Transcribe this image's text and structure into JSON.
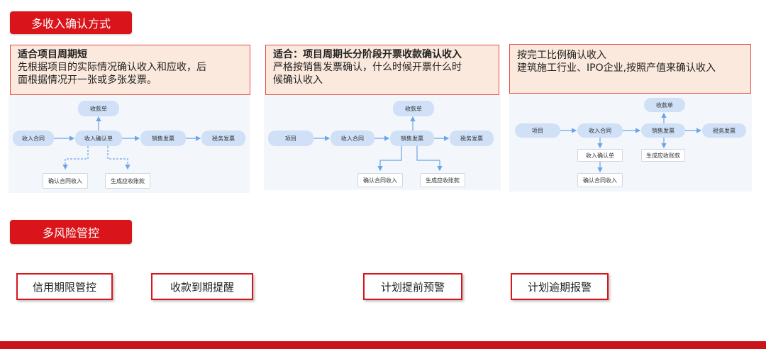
{
  "section_income": {
    "tag": "多收入确认方式"
  },
  "options": [
    {
      "title": "适合项目周期短",
      "lines": [
        "先根据项目的实际情况确认收入和应收，后",
        "面根据情况开一张或多张发票。"
      ],
      "flow": {
        "top": "收款单",
        "main": [
          "收入合同",
          "收入确认单",
          "销售发票",
          "税务发票"
        ],
        "bottom": [
          "确认合同收入",
          "生成应收账款"
        ]
      }
    },
    {
      "title": "适合：项目周期长分阶段开票收款确认收入",
      "lines": [
        "严格按销售发票确认，什么时候开票什么时",
        "候确认收入"
      ],
      "flow": {
        "top": "收款单",
        "main": [
          "项目",
          "收入合同",
          "销售发票",
          "税务发票"
        ],
        "bottom": [
          "确认合同收入",
          "生成应收账款"
        ]
      }
    },
    {
      "title": "",
      "lines": [
        "按完工比例确认收入",
        "建筑施工行业、IPO企业,按照产值来确认收入"
      ],
      "flow": {
        "top": "收款单",
        "main": [
          "项目",
          "收入合同",
          "销售发票",
          "税务发票"
        ],
        "branch": [
          "收入确认单",
          "确认合同收入"
        ],
        "side": "生成应收账款"
      }
    }
  ],
  "section_risk": {
    "tag": "多风险管控",
    "items": [
      "信用期限管控",
      "收款到期提醒",
      "计划提前预警",
      "计划逾期报警"
    ]
  },
  "colors": {
    "accent": "#d9151b",
    "note_bg": "#fbe9dd",
    "node": "#cfe0f7",
    "arrow": "#6aa5ec"
  }
}
